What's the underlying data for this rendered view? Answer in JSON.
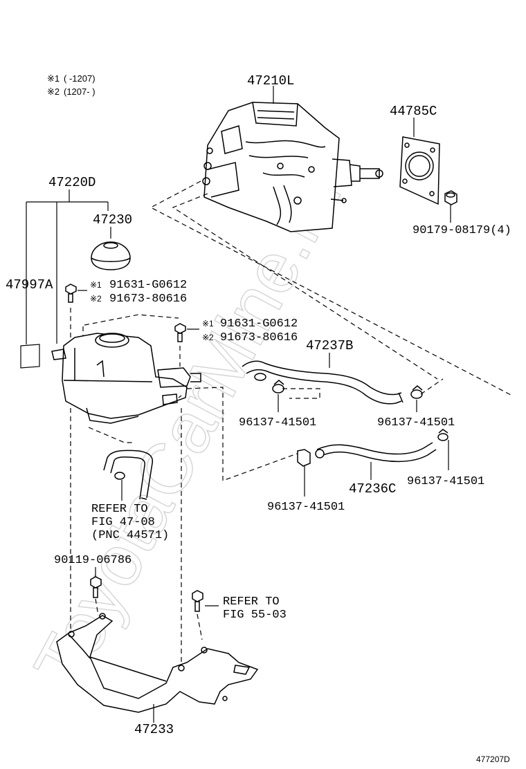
{
  "watermark": "ToyotaCarMine.ru",
  "legend": {
    "line1_mark": "※1",
    "line1_range": "(      -1207)",
    "line2_mark": "※2",
    "line2_range": "(1207-      )"
  },
  "parts": {
    "actuator": "47210L",
    "gasket": "44785C",
    "nut": "90179-08179(4)",
    "reservoir": "47220D",
    "cap": "47230",
    "label_plate": "47997A",
    "bolt1_m1_mark": "※1",
    "bolt1_m1": "91631-G0612",
    "bolt1_m2_mark": "※2",
    "bolt1_m2": "91673-80616",
    "bolt2_m1_mark": "※1",
    "bolt2_m1": "91631-G0612",
    "bolt2_m2_mark": "※2",
    "bolt2_m2": "91673-80616",
    "hose_upper": "47237B",
    "clamp_a": "96137-41501",
    "clamp_b": "96137-41501",
    "clamp_c": "96137-41501",
    "clamp_d": "96137-41501",
    "hose_lower": "47236C",
    "bolt_lower": "90119-06786",
    "bracket": "47233"
  },
  "references": {
    "fig47_line1": "REFER TO",
    "fig47_line2": "FIG 47-08",
    "fig47_line3": "(PNC 44571)",
    "fig55_line1": "REFER TO",
    "fig55_line2": "FIG 55-03"
  },
  "footer_code": "477207D"
}
